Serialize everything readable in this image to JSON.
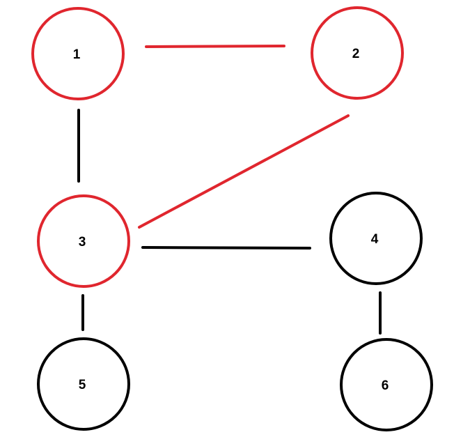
{
  "colors": {
    "highlight": "#e0262e",
    "default": "#000000",
    "background": "#ffffff"
  },
  "nodes": [
    {
      "id": "1",
      "label": "1",
      "highlighted": true
    },
    {
      "id": "2",
      "label": "2",
      "highlighted": true
    },
    {
      "id": "3",
      "label": "3",
      "highlighted": true
    },
    {
      "id": "4",
      "label": "4",
      "highlighted": false
    },
    {
      "id": "5",
      "label": "5",
      "highlighted": false
    },
    {
      "id": "6",
      "label": "6",
      "highlighted": false
    }
  ],
  "edges": [
    {
      "from": "1",
      "to": "2",
      "highlighted": true
    },
    {
      "from": "2",
      "to": "3",
      "highlighted": true
    },
    {
      "from": "1",
      "to": "3",
      "highlighted": false
    },
    {
      "from": "3",
      "to": "4",
      "highlighted": false
    },
    {
      "from": "3",
      "to": "5",
      "highlighted": false
    },
    {
      "from": "4",
      "to": "6",
      "highlighted": false
    }
  ]
}
